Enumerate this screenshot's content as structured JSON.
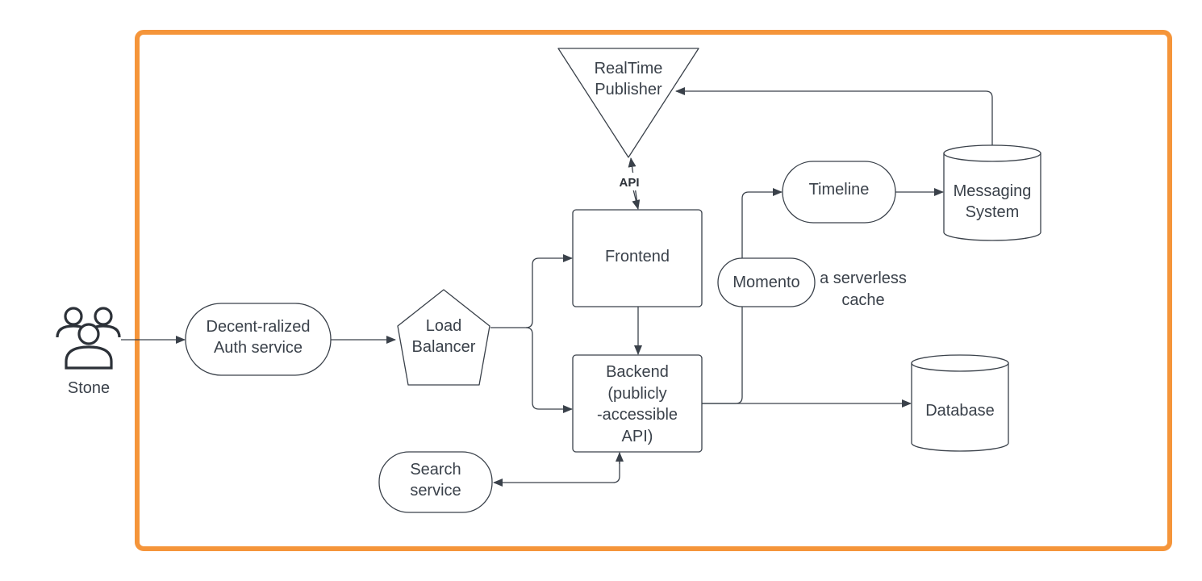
{
  "colors": {
    "frame": "#f5953a",
    "stroke": "#3a414a",
    "text": "#3a414a"
  },
  "actor": {
    "label": "Stone",
    "icon": "users-group-icon"
  },
  "nodes": {
    "auth": {
      "lines": [
        "Decent-ralized",
        "Auth service"
      ]
    },
    "load_balancer": {
      "lines": [
        "Load",
        "Balancer"
      ]
    },
    "frontend": {
      "lines": [
        "Frontend"
      ]
    },
    "backend": {
      "lines": [
        "Backend",
        "(publicly",
        "-accessible",
        "API)"
      ]
    },
    "search": {
      "lines": [
        "Search",
        "service"
      ]
    },
    "realtime": {
      "lines": [
        "RealTime",
        "Publisher"
      ]
    },
    "timeline": {
      "lines": [
        "Timeline"
      ]
    },
    "messaging": {
      "lines": [
        "Messaging",
        "System"
      ]
    },
    "momento": {
      "lines": [
        "Momento"
      ]
    },
    "database": {
      "lines": [
        "Database"
      ]
    }
  },
  "annotations": {
    "api": "API",
    "momento_note": [
      "a serverless",
      "cache"
    ]
  }
}
